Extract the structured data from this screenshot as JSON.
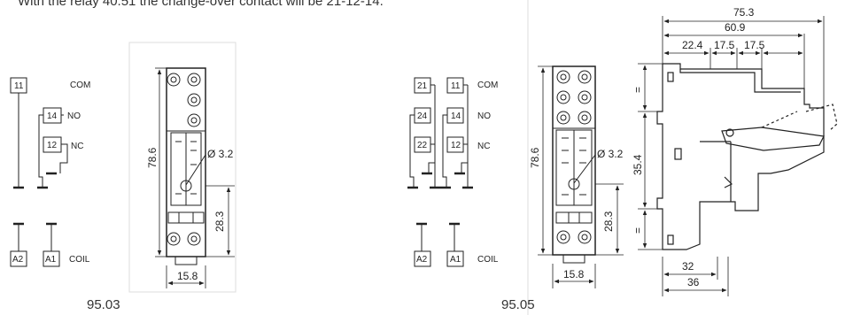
{
  "intro_text": "With the relay 40.51 the change-over contact will be 21-12-14.",
  "left": {
    "title": "95.03",
    "terminals": {
      "com": "11",
      "no": "14",
      "nc": "12",
      "a1": "A1",
      "a2": "A2"
    },
    "labels": {
      "com": "COM",
      "no": "NO",
      "nc": "NC",
      "coil": "COIL"
    },
    "dims": {
      "height": "78.6",
      "hole": "Ø 3.2",
      "mid": "28.3",
      "width": "15.8"
    }
  },
  "right": {
    "title": "95.05",
    "terminals": {
      "t21": "21",
      "t11": "11",
      "t24": "24",
      "t14": "14",
      "t22": "22",
      "t12": "12",
      "a2": "A2",
      "a1": "A1"
    },
    "labels": {
      "com": "COM",
      "no": "NO",
      "nc": "NC",
      "coil": "COIL"
    },
    "dims": {
      "height": "78.6",
      "hole": "Ø 3.2",
      "mid": "28.3",
      "width": "15.8",
      "overall": "75.3",
      "d609": "60.9",
      "d224": "22.4",
      "d175a": "17.5",
      "d175b": "17.5",
      "d354": "35.4",
      "eq_top": "=",
      "eq_bot": "=",
      "d32": "32",
      "d36": "36"
    }
  }
}
